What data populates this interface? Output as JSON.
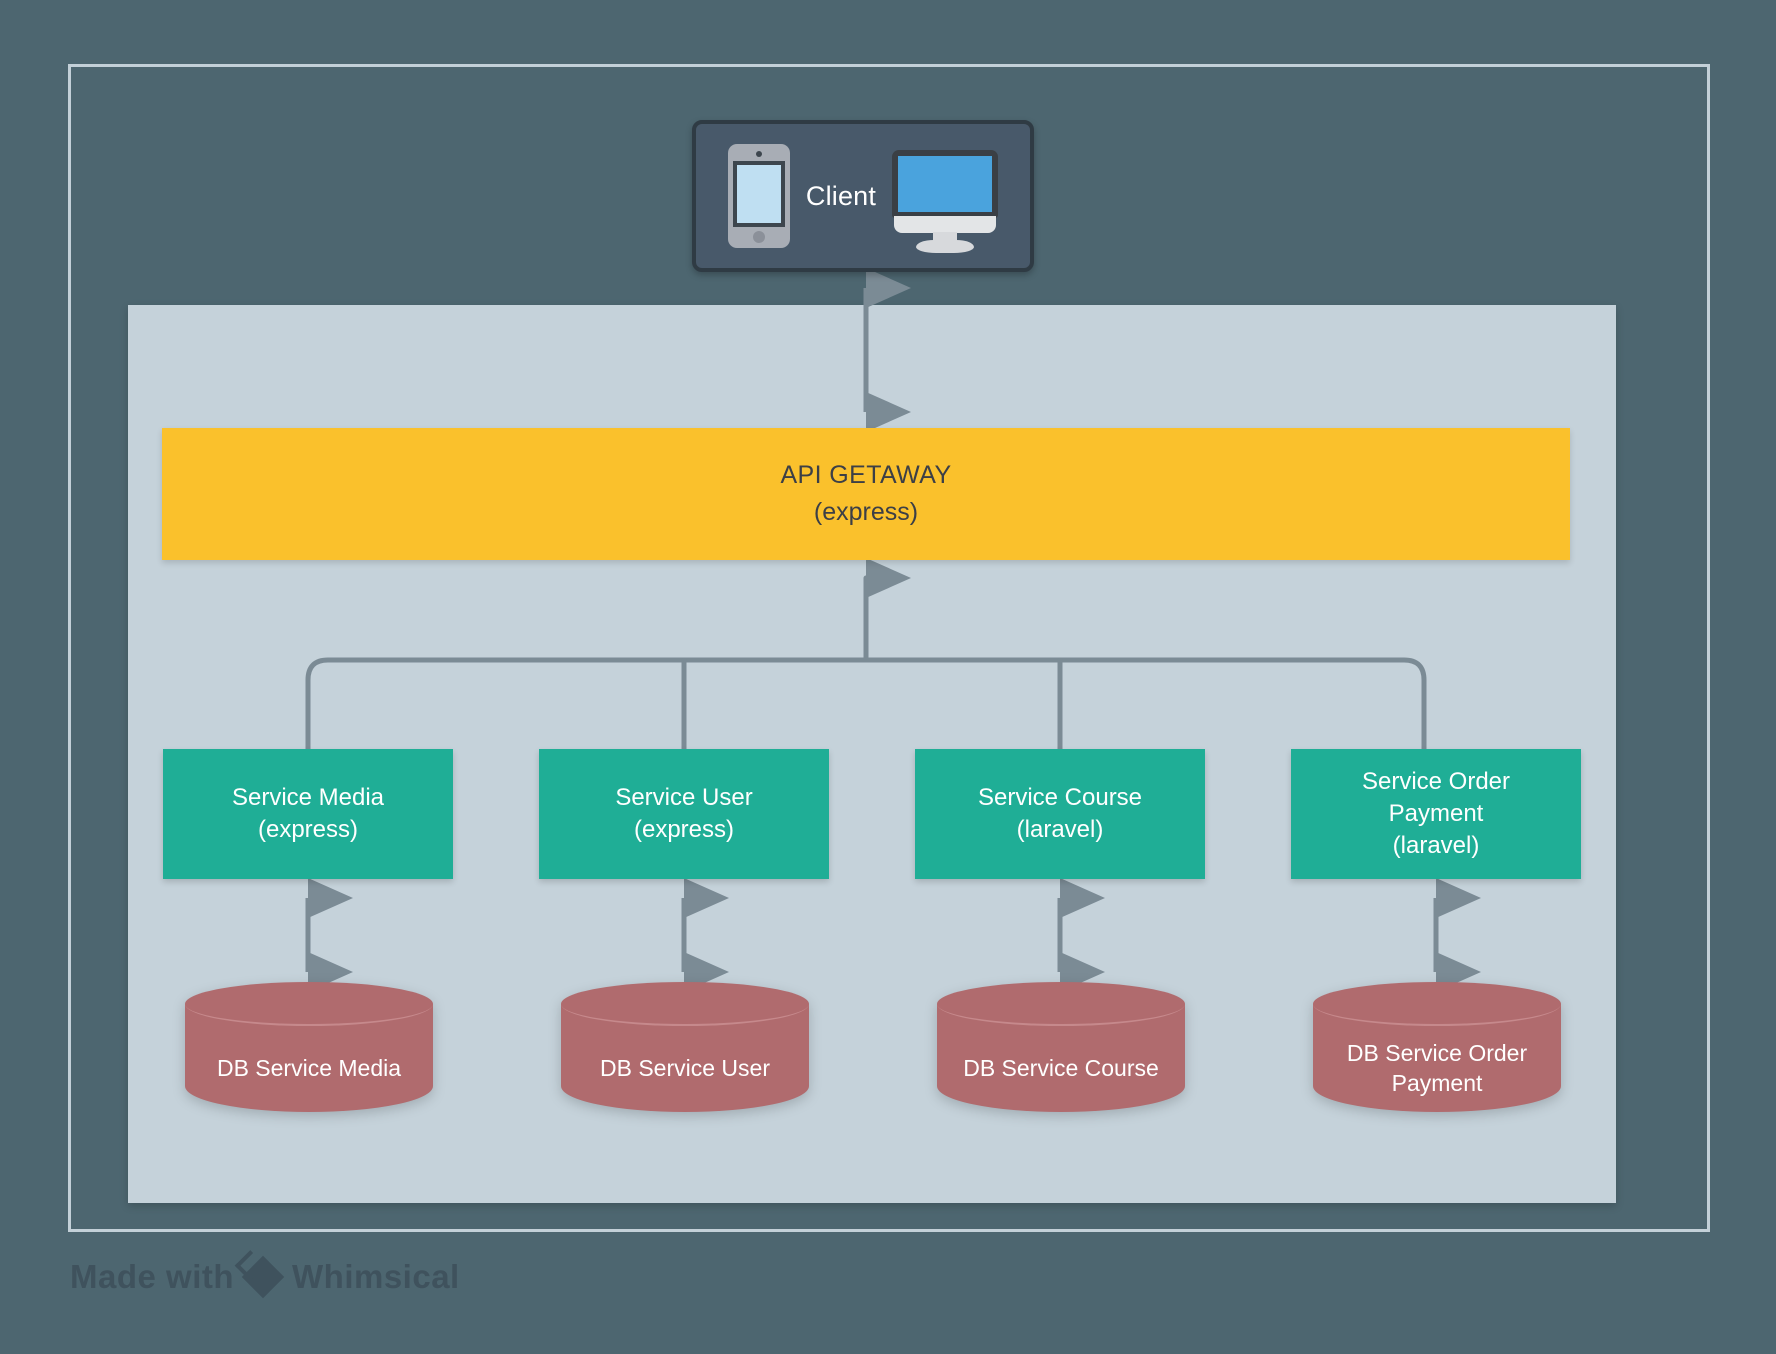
{
  "diagram": {
    "colors": {
      "canvas_background": "#4d6670",
      "outer_frame_border": "#c3d0d8",
      "inner_panel": "#c5d2da",
      "client_box": "#48596a",
      "api_gateway": "#fac12c",
      "service": "#1fae96",
      "database": "#b06b6e",
      "connector": "#7b8b95",
      "watermark_text": "#3f525d"
    },
    "client": {
      "label": "Client",
      "phone_icon_name": "mobile-phone-icon",
      "monitor_icon_name": "desktop-monitor-icon"
    },
    "api_gateway": {
      "title": "API GETAWAY",
      "subtitle": "(express)"
    },
    "services": [
      {
        "title": "Service Media",
        "subtitle": "(express)"
      },
      {
        "title": "Service User",
        "subtitle": "(express)"
      },
      {
        "title": "Service Course",
        "subtitle": "(laravel)"
      },
      {
        "title": "Service Order Payment",
        "title_line1": "Service Order",
        "title_line2": "Payment",
        "subtitle": "(laravel)"
      }
    ],
    "databases": [
      {
        "label": "DB Service Media"
      },
      {
        "label": "DB Service User"
      },
      {
        "label": "DB Service Course"
      },
      {
        "label": "DB Service Order Payment",
        "line1": "DB Service Order",
        "line2": "Payment"
      }
    ],
    "connections": [
      {
        "from": "client",
        "to": "api_gateway",
        "arrow": "double"
      },
      {
        "from": "api_gateway",
        "to": "services",
        "arrow": "single-up"
      },
      {
        "from": "service_0",
        "to": "db_0",
        "arrow": "double"
      },
      {
        "from": "service_1",
        "to": "db_1",
        "arrow": "double"
      },
      {
        "from": "service_2",
        "to": "db_2",
        "arrow": "double"
      },
      {
        "from": "service_3",
        "to": "db_3",
        "arrow": "double"
      }
    ],
    "watermark": {
      "prefix": "Made with",
      "brand": "Whimsical"
    }
  }
}
